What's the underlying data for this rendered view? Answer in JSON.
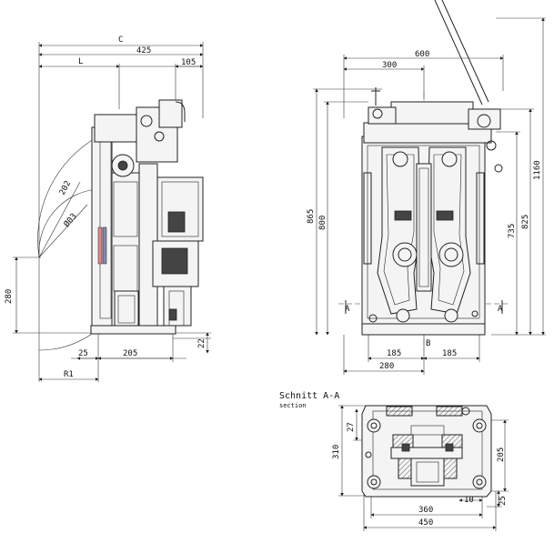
{
  "drawing": {
    "side_view": {
      "dim_C": "C",
      "dim_425": "425",
      "dim_L": "L",
      "dim_105": "105",
      "dim_202": "202",
      "dim_03": "Ø03",
      "dim_280": "280",
      "dim_22": "22",
      "dim_25": "25",
      "dim_205": "205",
      "dim_R1": "R1"
    },
    "front_view": {
      "dim_600": "600",
      "dim_300": "300",
      "dim_865": "865",
      "dim_800": "800",
      "dim_1160": "1160",
      "dim_825": "825",
      "dim_735": "735",
      "dim_185_left": "185",
      "dim_185_right": "185",
      "dim_B": "B",
      "dim_280": "280",
      "section_mark_left": "A",
      "section_mark_right": "A"
    },
    "section_view": {
      "title": "Schnitt A-A",
      "subtitle": "section",
      "dim_310": "310",
      "dim_27": "27",
      "dim_205": "205",
      "dim_360": "360",
      "dim_10": "10",
      "dim_25": "25",
      "dim_450": "450"
    }
  }
}
